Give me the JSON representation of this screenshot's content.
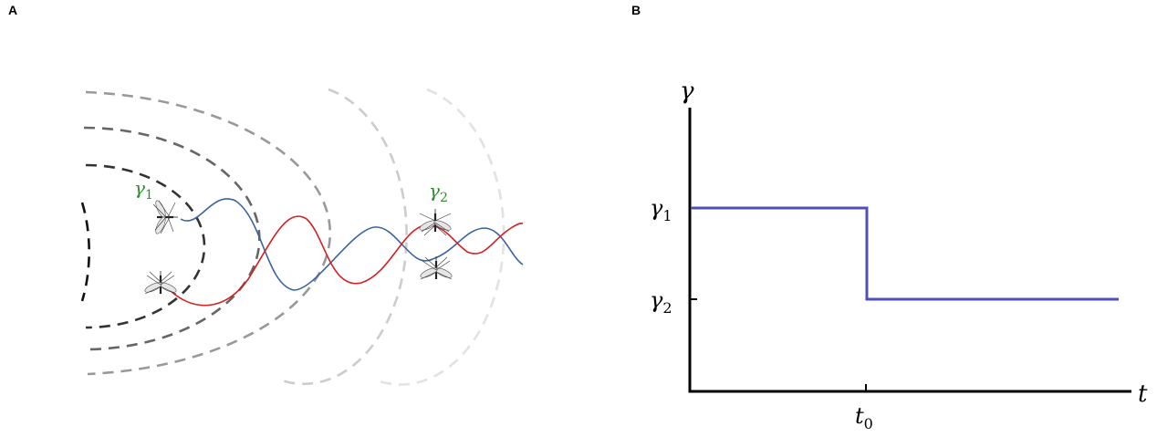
{
  "panels": {
    "a_label": "A",
    "b_label": "B"
  },
  "panel_a": {
    "gamma1_label": "γ",
    "gamma1_sub": "1",
    "gamma2_label": "γ",
    "gamma2_sub": "2",
    "colors": {
      "label": "#2e8b2e",
      "blue_path": "#3a64a0",
      "red_path": "#d42020"
    }
  },
  "panel_b": {
    "y_axis_symbol": "γ",
    "x_axis_symbol": "t",
    "y_tick_1": "γ",
    "y_tick_1_sub": "1",
    "y_tick_2": "γ",
    "y_tick_2_sub": "2",
    "x_tick": "t",
    "x_tick_sub": "0",
    "colors": {
      "step_line": "#5050b4",
      "axes": "#000000"
    }
  }
}
